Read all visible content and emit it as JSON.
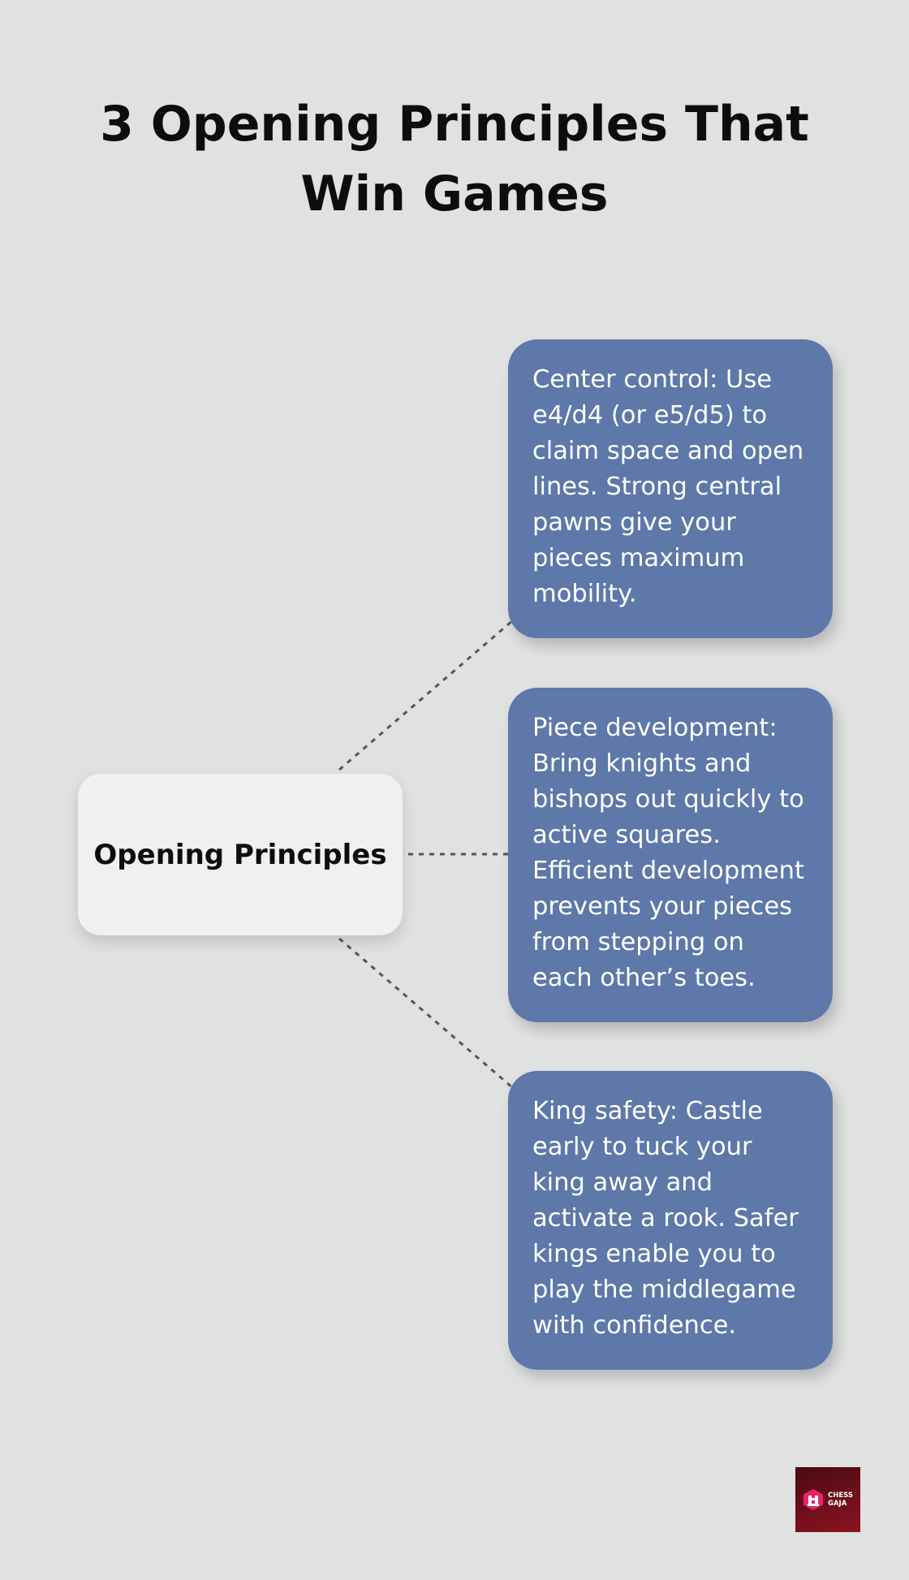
{
  "title": "3 Opening Principles That Win Games",
  "center": {
    "label": "Opening Principles"
  },
  "cards": [
    {
      "text": "Center control: Use e4/d4 (or e5/d5) to claim space and open lines. Strong central pawns give your pieces maximum mobility."
    },
    {
      "text": "Piece development: Bring knights and bishops out quickly to active squares. Efficient development prevents your pieces from stepping on each other’s toes."
    },
    {
      "text": "King safety: Castle early to tuck your king away and activate a rook. Safer kings enable you to play the middlegame with confidence."
    }
  ],
  "logo": {
    "text": "CHESS\nGAJA",
    "icon": "chess-gaja-logo-icon"
  },
  "colors": {
    "background": "#e0e1e1",
    "card": "#5d78a9",
    "center_node": "#eff0f2",
    "connector": "#555555",
    "logo_background": "#6e0f1a",
    "logo_accent": "#e8246b"
  }
}
